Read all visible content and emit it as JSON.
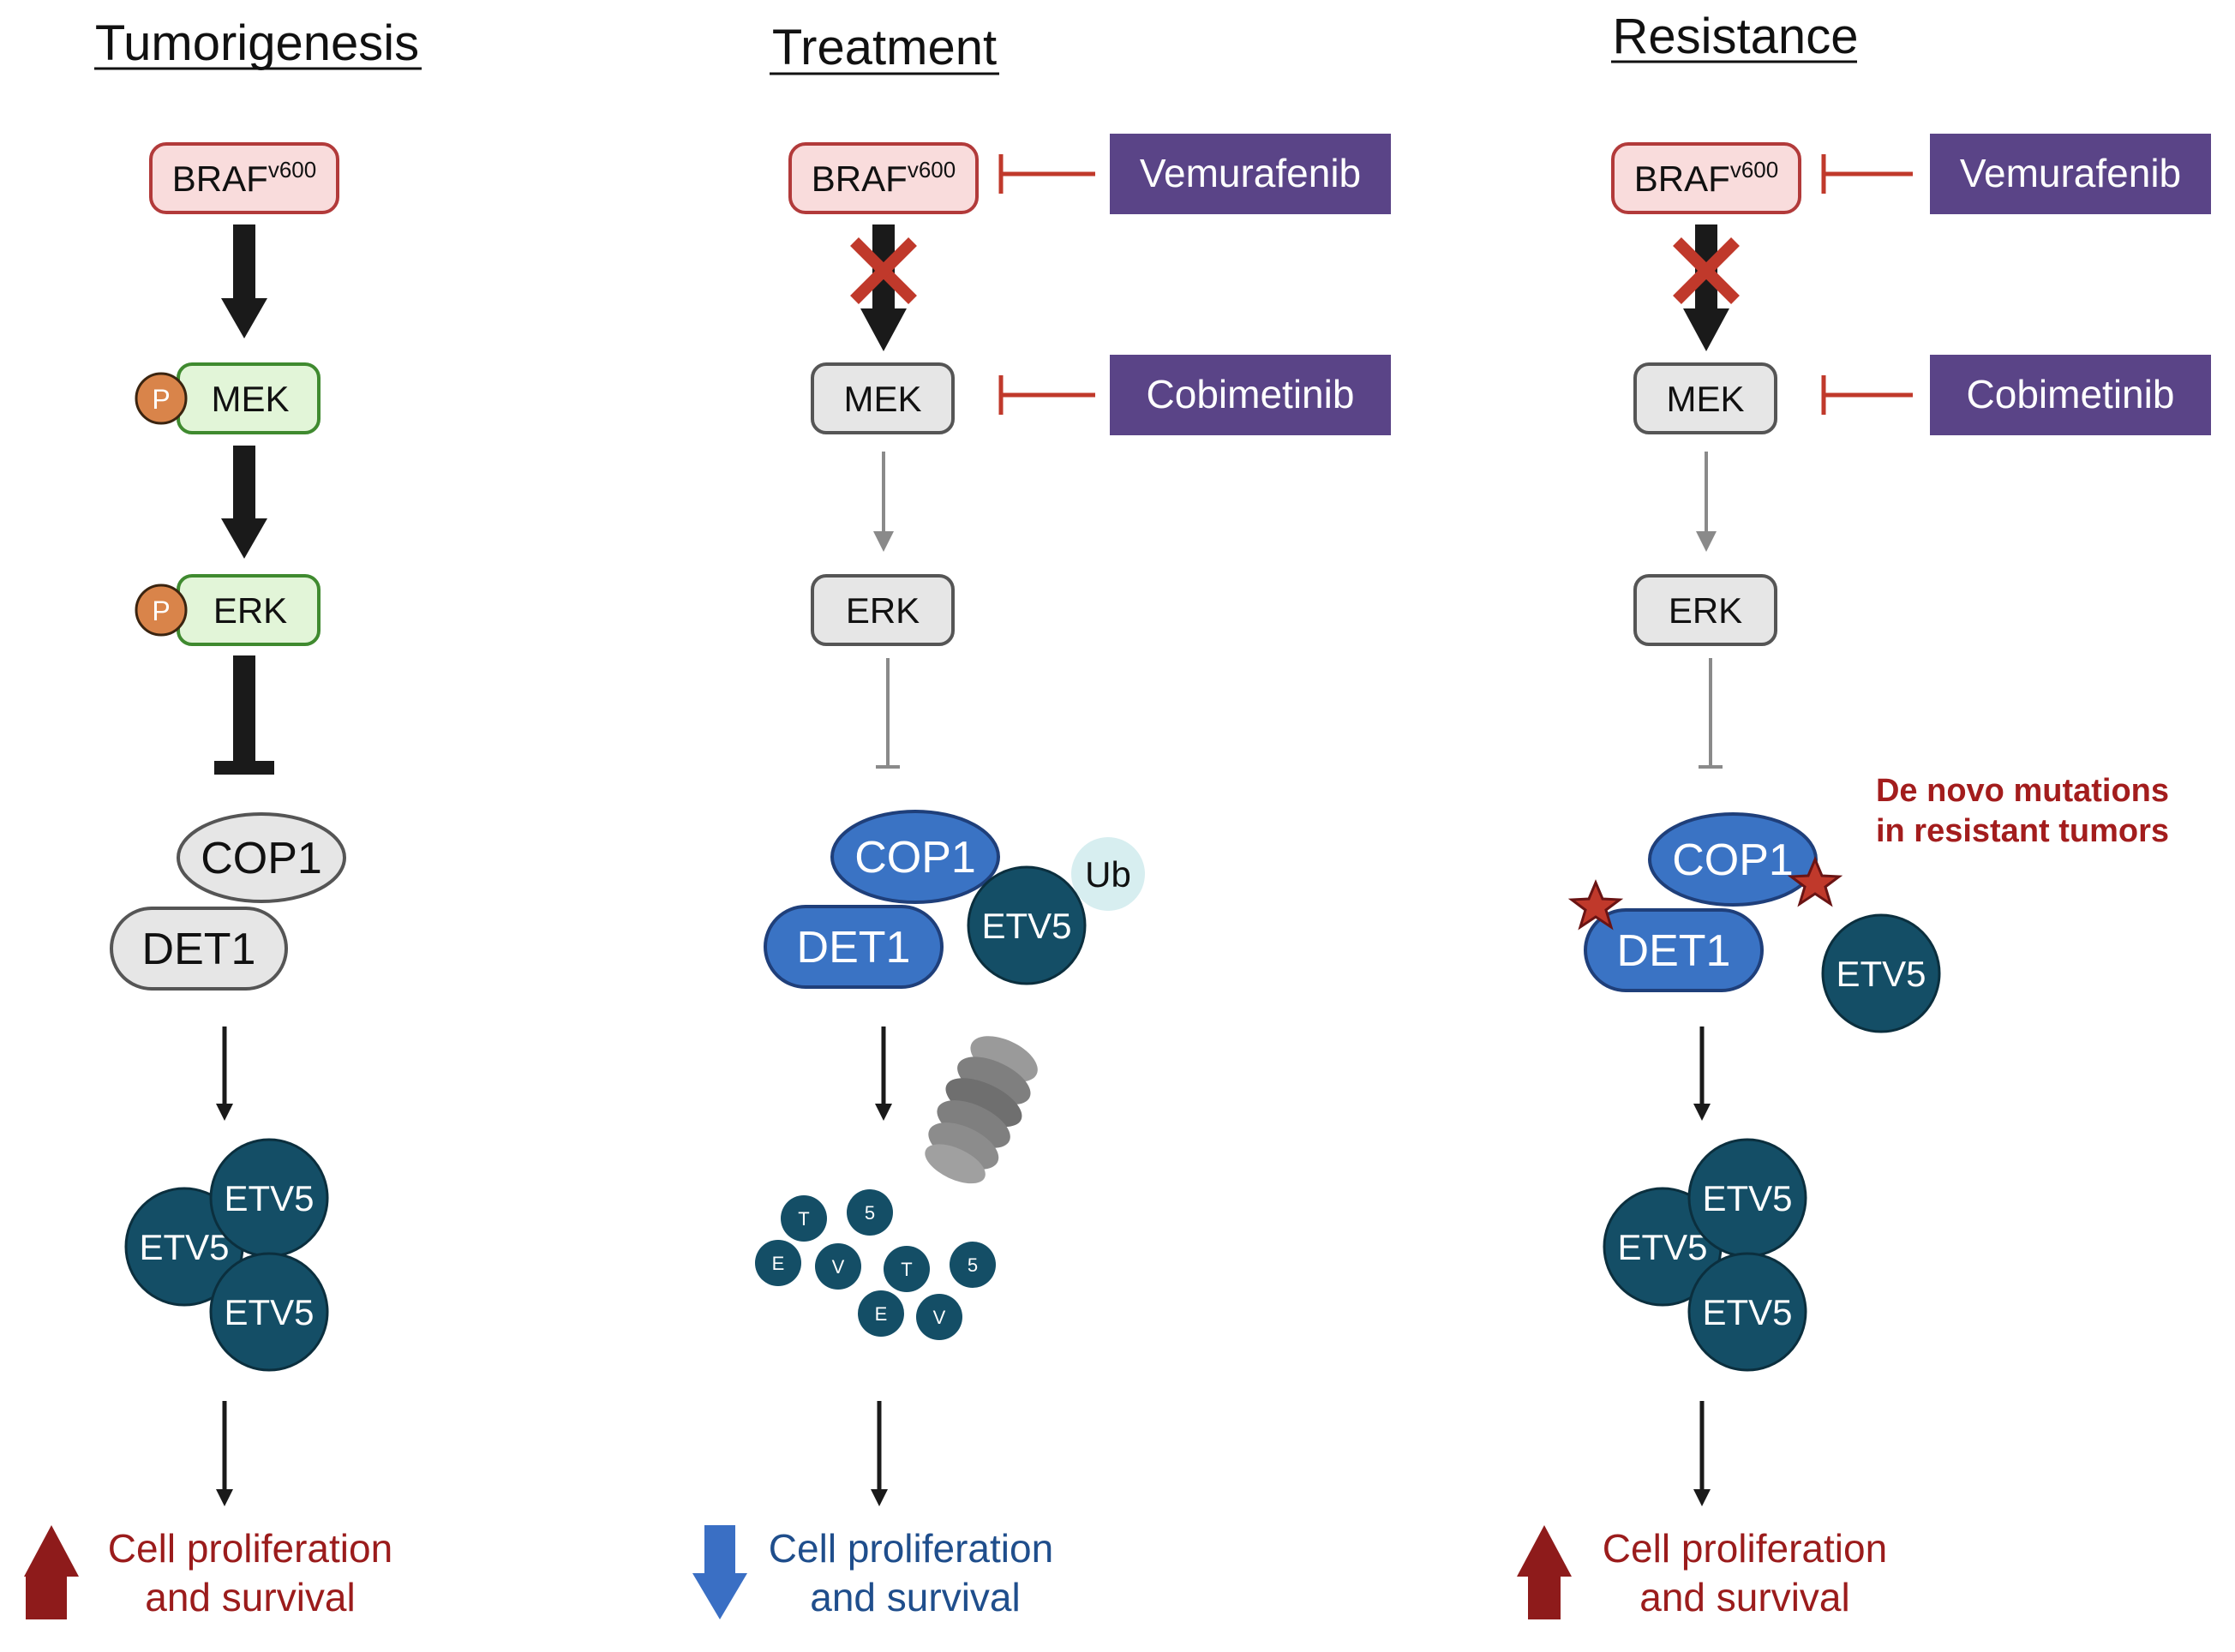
{
  "columns": {
    "tumorigenesis": {
      "title": "Tumorigenesis",
      "braf": "BRAF",
      "braf_sup": "v600",
      "mek": "MEK",
      "erk": "ERK",
      "phospho": "P",
      "cop1": "COP1",
      "det1": "DET1",
      "etv5_a": "ETV5",
      "etv5_b": "ETV5",
      "etv5_c": "ETV5",
      "outcome_line1": "Cell proliferation",
      "outcome_line2": "and survival",
      "outcome_direction": "up"
    },
    "treatment": {
      "title": "Treatment",
      "braf": "BRAF",
      "braf_sup": "v600",
      "drug1": "Vemurafenib",
      "drug2": "Cobimetinib",
      "mek": "MEK",
      "erk": "ERK",
      "cop1": "COP1",
      "det1": "DET1",
      "etv5": "ETV5",
      "ub": "Ub",
      "fragments": [
        "T",
        "5",
        "E",
        "V",
        "T",
        "5",
        "E",
        "V"
      ],
      "outcome_line1": "Cell proliferation",
      "outcome_line2": "and survival",
      "outcome_direction": "down"
    },
    "resistance": {
      "title": "Resistance",
      "braf": "BRAF",
      "braf_sup": "v600",
      "drug1": "Vemurafenib",
      "drug2": "Cobimetinib",
      "mek": "MEK",
      "erk": "ERK",
      "cop1": "COP1",
      "det1": "DET1",
      "etv5_free": "ETV5",
      "mutation_line1": "De novo mutations",
      "mutation_line2": "in resistant tumors",
      "etv5_a": "ETV5",
      "etv5_b": "ETV5",
      "etv5_c": "ETV5",
      "outcome_line1": "Cell proliferation",
      "outcome_line2": "and survival",
      "outcome_direction": "up"
    }
  },
  "colors": {
    "braf_fill": "#f9dcdc",
    "braf_stroke": "#b23a3a",
    "active_fill": "#e2f5d8",
    "active_stroke": "#3f8a2f",
    "inactive_fill": "#e6e6e6",
    "inactive_stroke": "#555555",
    "drug_fill": "#5a4487",
    "inhibit_red": "#c0392b",
    "cop_blue": "#3a73c4",
    "etv_teal": "#144e66",
    "phospho": "#d9844a",
    "ub_fill": "#d7eef0",
    "up_arrow": "#8e1b1b",
    "down_arrow": "#3a6fc4",
    "mutation_star": "#c0392b"
  },
  "icons": {
    "mutation_marker": "star-icon",
    "proteasome": "proteasome-icon",
    "blocked_step": "x-mark-icon"
  }
}
